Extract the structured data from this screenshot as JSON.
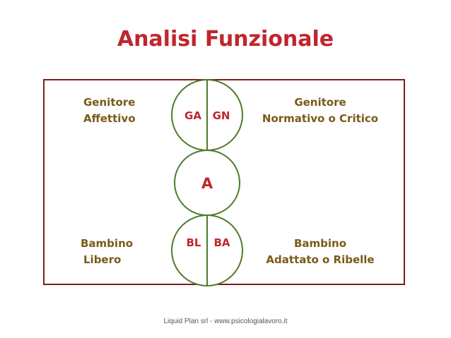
{
  "title": "Analisi Funzionale",
  "diagram": {
    "nodes": [
      {
        "id": "genitore",
        "parts": [
          "GA",
          "GN"
        ]
      },
      {
        "id": "adulto",
        "label": "A"
      },
      {
        "id": "bambino",
        "parts": [
          "BL",
          "BA"
        ]
      }
    ],
    "labels": {
      "genitore_affettivo": [
        "Genitore",
        "Affettivo"
      ],
      "genitore_normativo": [
        "Genitore",
        "Normativo o Critico"
      ],
      "bambino_libero": [
        "Bambino",
        "Libero"
      ],
      "bambino_adattato": [
        "Bambino",
        "Adattato o Ribelle"
      ]
    }
  },
  "footer": "Liquid Plan srl - www.psicologialavoro.it",
  "colors": {
    "title": "#c0262d",
    "circle_stroke": "#4f7a2a",
    "circle_text": "#c0262d",
    "label_text": "#7a5a19",
    "frame": "#7f1d1d"
  }
}
